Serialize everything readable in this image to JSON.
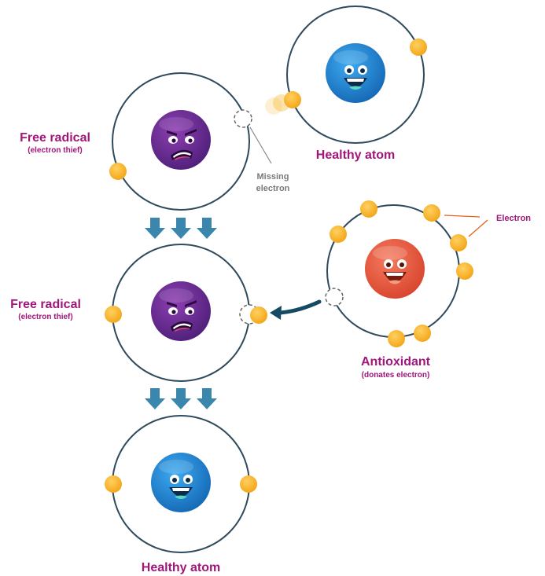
{
  "labels": {
    "free_radical_1": {
      "title": "Free radical",
      "subtitle": "(electron thief)"
    },
    "free_radical_2": {
      "title": "Free radical",
      "subtitle": "(electron thief)"
    },
    "healthy_atom_top": "Healthy atom",
    "healthy_atom_bottom": "Healthy atom",
    "antioxidant": {
      "title": "Antioxidant",
      "subtitle": "(donates electron)"
    },
    "missing_electron": [
      "Missing",
      "electron"
    ],
    "electron": "Electron"
  },
  "colors": {
    "label_magenta": "#a0177a",
    "orbit": "#2f4a5c",
    "electron": "#f7b21e",
    "arrow": "#3b86ac",
    "donate_arrow": "#144a63",
    "electron_pointer": "#e8601c",
    "gray_text": "#7a7a7a",
    "free_radical_face": "#6d2c95",
    "healthy_face": "#1d84cf",
    "antioxidant_face": "#e5543c"
  },
  "icons": {
    "free_radical": "angry-purple-atom-face-icon",
    "healthy": "happy-blue-atom-face-icon",
    "antioxidant": "happy-red-atom-face-icon"
  }
}
